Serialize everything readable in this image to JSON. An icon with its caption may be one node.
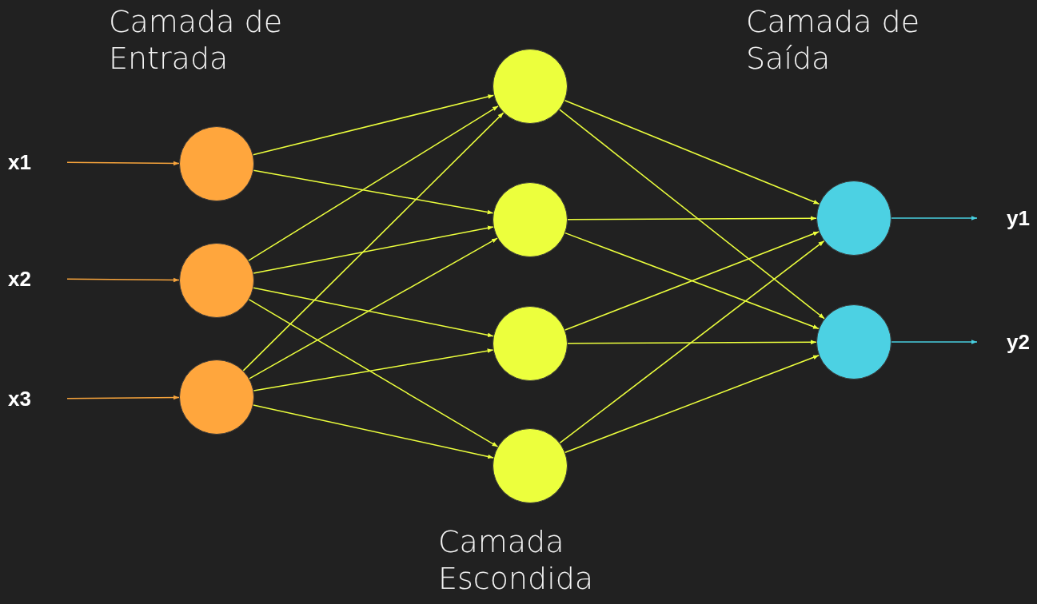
{
  "diagram": {
    "nodes": [
      {
        "text": [
          "x1"
        ]
      },
      {
        "text": [
          "x2"
        ]
      },
      {
        "text": [
          "x3"
        ]
      },
      {
        "text": [],
        "shape": "circle"
      },
      {
        "text": [],
        "shape": "circle"
      },
      {
        "text": [],
        "shape": "circle"
      },
      {
        "text": [],
        "shape": "circle"
      },
      {
        "text": [],
        "shape": "circle"
      },
      {
        "text": [],
        "shape": "circle"
      },
      {
        "text": [],
        "shape": "circle"
      },
      {
        "text": [],
        "shape": "circle"
      },
      {
        "text": [],
        "shape": "circle"
      },
      {
        "text": [
          "y1"
        ]
      },
      {
        "text": [
          "y2"
        ]
      }
    ],
    "edges": [
      {
        "from": 0,
        "to": 3,
        "arrow": "to",
        "color": "#f7a43c"
      },
      {
        "from": 1,
        "to": 4,
        "arrow": "to",
        "color": "#f7a43c"
      },
      {
        "from": 2,
        "to": 5,
        "arrow": "to",
        "color": "#f7a43c"
      },
      {
        "from": 3,
        "to": 6,
        "arrow": "to"
      },
      {
        "from": 3,
        "to": 7,
        "arrow": "to"
      },
      {
        "from": 4,
        "to": 6,
        "arrow": "to"
      },
      {
        "from": 4,
        "to": 7,
        "arrow": "to"
      },
      {
        "from": 4,
        "to": 8,
        "arrow": "to"
      },
      {
        "from": 4,
        "to": 9,
        "arrow": "to"
      },
      {
        "from": 5,
        "to": 6,
        "arrow": "to"
      },
      {
        "from": 5,
        "to": 7,
        "arrow": "to"
      },
      {
        "from": 5,
        "to": 8,
        "arrow": "to"
      },
      {
        "from": 5,
        "to": 9,
        "arrow": "to"
      },
      {
        "from": 6,
        "to": 10,
        "arrow": "to"
      },
      {
        "from": 6,
        "to": 11,
        "arrow": "to"
      },
      {
        "from": 7,
        "to": 10,
        "arrow": "to"
      },
      {
        "from": 7,
        "to": 11,
        "arrow": "to"
      },
      {
        "from": 8,
        "to": 10,
        "arrow": "to"
      },
      {
        "from": 8,
        "to": 11,
        "arrow": "to"
      },
      {
        "from": 9,
        "to": 10,
        "arrow": "to"
      },
      {
        "from": 9,
        "to": 11,
        "arrow": "to"
      },
      {
        "from": 10,
        "to": 12,
        "arrow": "to",
        "color": "#48cfe0"
      },
      {
        "from": 11,
        "to": 13,
        "arrow": "to",
        "color": "#48cfe0"
      }
    ],
    "labels": [
      "Camada de Entrada",
      "Camada de Saída",
      "Camada Escondida"
    ]
  }
}
